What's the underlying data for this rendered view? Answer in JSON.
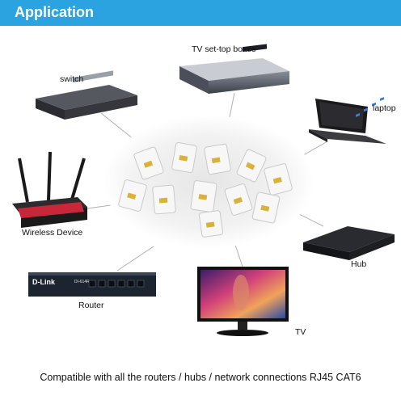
{
  "header": {
    "title": "Application"
  },
  "devices": {
    "tv_set_top_boxes": "TV set-top boxes",
    "switch": "switch",
    "laptop": "laptop",
    "wireless_device": "Wireless Device",
    "hub": "Hub",
    "router": "Router",
    "tv": "TV"
  },
  "router_brand": {
    "logo": "D-Link",
    "model": "DI-614R"
  },
  "caption": "Compatible with all the routers / hubs / network connections RJ45 CAT6",
  "colors": {
    "header": "#2aa3e0",
    "connector_line": "#b0b0b0"
  }
}
